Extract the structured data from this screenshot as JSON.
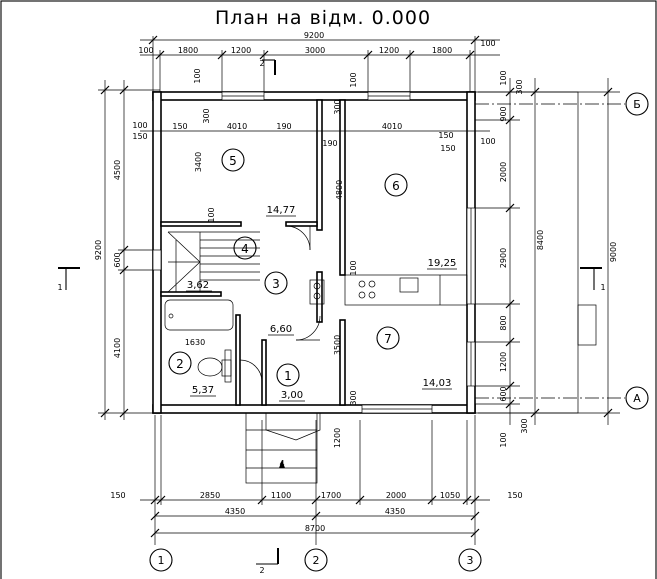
{
  "title": "План на відм. 0.000",
  "top_dims": {
    "overall": "9200",
    "left_offset": "100",
    "right_offset": "100",
    "segments": [
      "1800",
      "1200",
      "3000",
      "1200",
      "1800"
    ]
  },
  "bottom_dims": {
    "row1": [
      "150",
      "2850",
      "1100",
      "1700",
      "2000",
      "1050",
      "150"
    ],
    "row2": [
      "4350",
      "4350"
    ],
    "overall": "8700"
  },
  "left_dims": {
    "overall": "9200",
    "upper": "4500",
    "lower": "4100",
    "door": "600",
    "top_offset": "100"
  },
  "right_dims": {
    "offsets": [
      "100",
      "300"
    ],
    "segments": [
      "900",
      "2000",
      "2900",
      "800",
      "1200",
      "600"
    ],
    "overall_inner": "8400",
    "overall": "9000",
    "bottom_offsets": [
      "100",
      "300"
    ]
  },
  "interior_dims": {
    "row": [
      "100",
      "150",
      "4010",
      "190",
      "4010",
      "150",
      "100"
    ],
    "row_extra": [
      "150",
      "150",
      "190"
    ],
    "v3400": "3400",
    "v4800": "4800",
    "v3500": "3500",
    "v100a": "100",
    "v100b": "100",
    "v300a": "300",
    "v300b": "300",
    "v300c": "300",
    "v1200": "1200",
    "v1630": "1630",
    "v100c": "100",
    "v100d": "100",
    "v300d": "300"
  },
  "rooms": [
    {
      "num": "5",
      "area": "14,77"
    },
    {
      "num": "6",
      "area": "19,25"
    },
    {
      "num": "4",
      "area": "3,62"
    },
    {
      "num": "3",
      "area": "6,60"
    },
    {
      "num": "2",
      "area": "5,37"
    },
    {
      "num": "1",
      "area": "3,00"
    },
    {
      "num": "7",
      "area": "14,03"
    }
  ],
  "axes": {
    "horizontal": [
      "1",
      "2",
      "3"
    ],
    "vertical": [
      "Б",
      "А"
    ]
  },
  "section_marks": {
    "top": "2",
    "bottom": "2",
    "left": "1",
    "right": "1",
    "stair": "4"
  }
}
